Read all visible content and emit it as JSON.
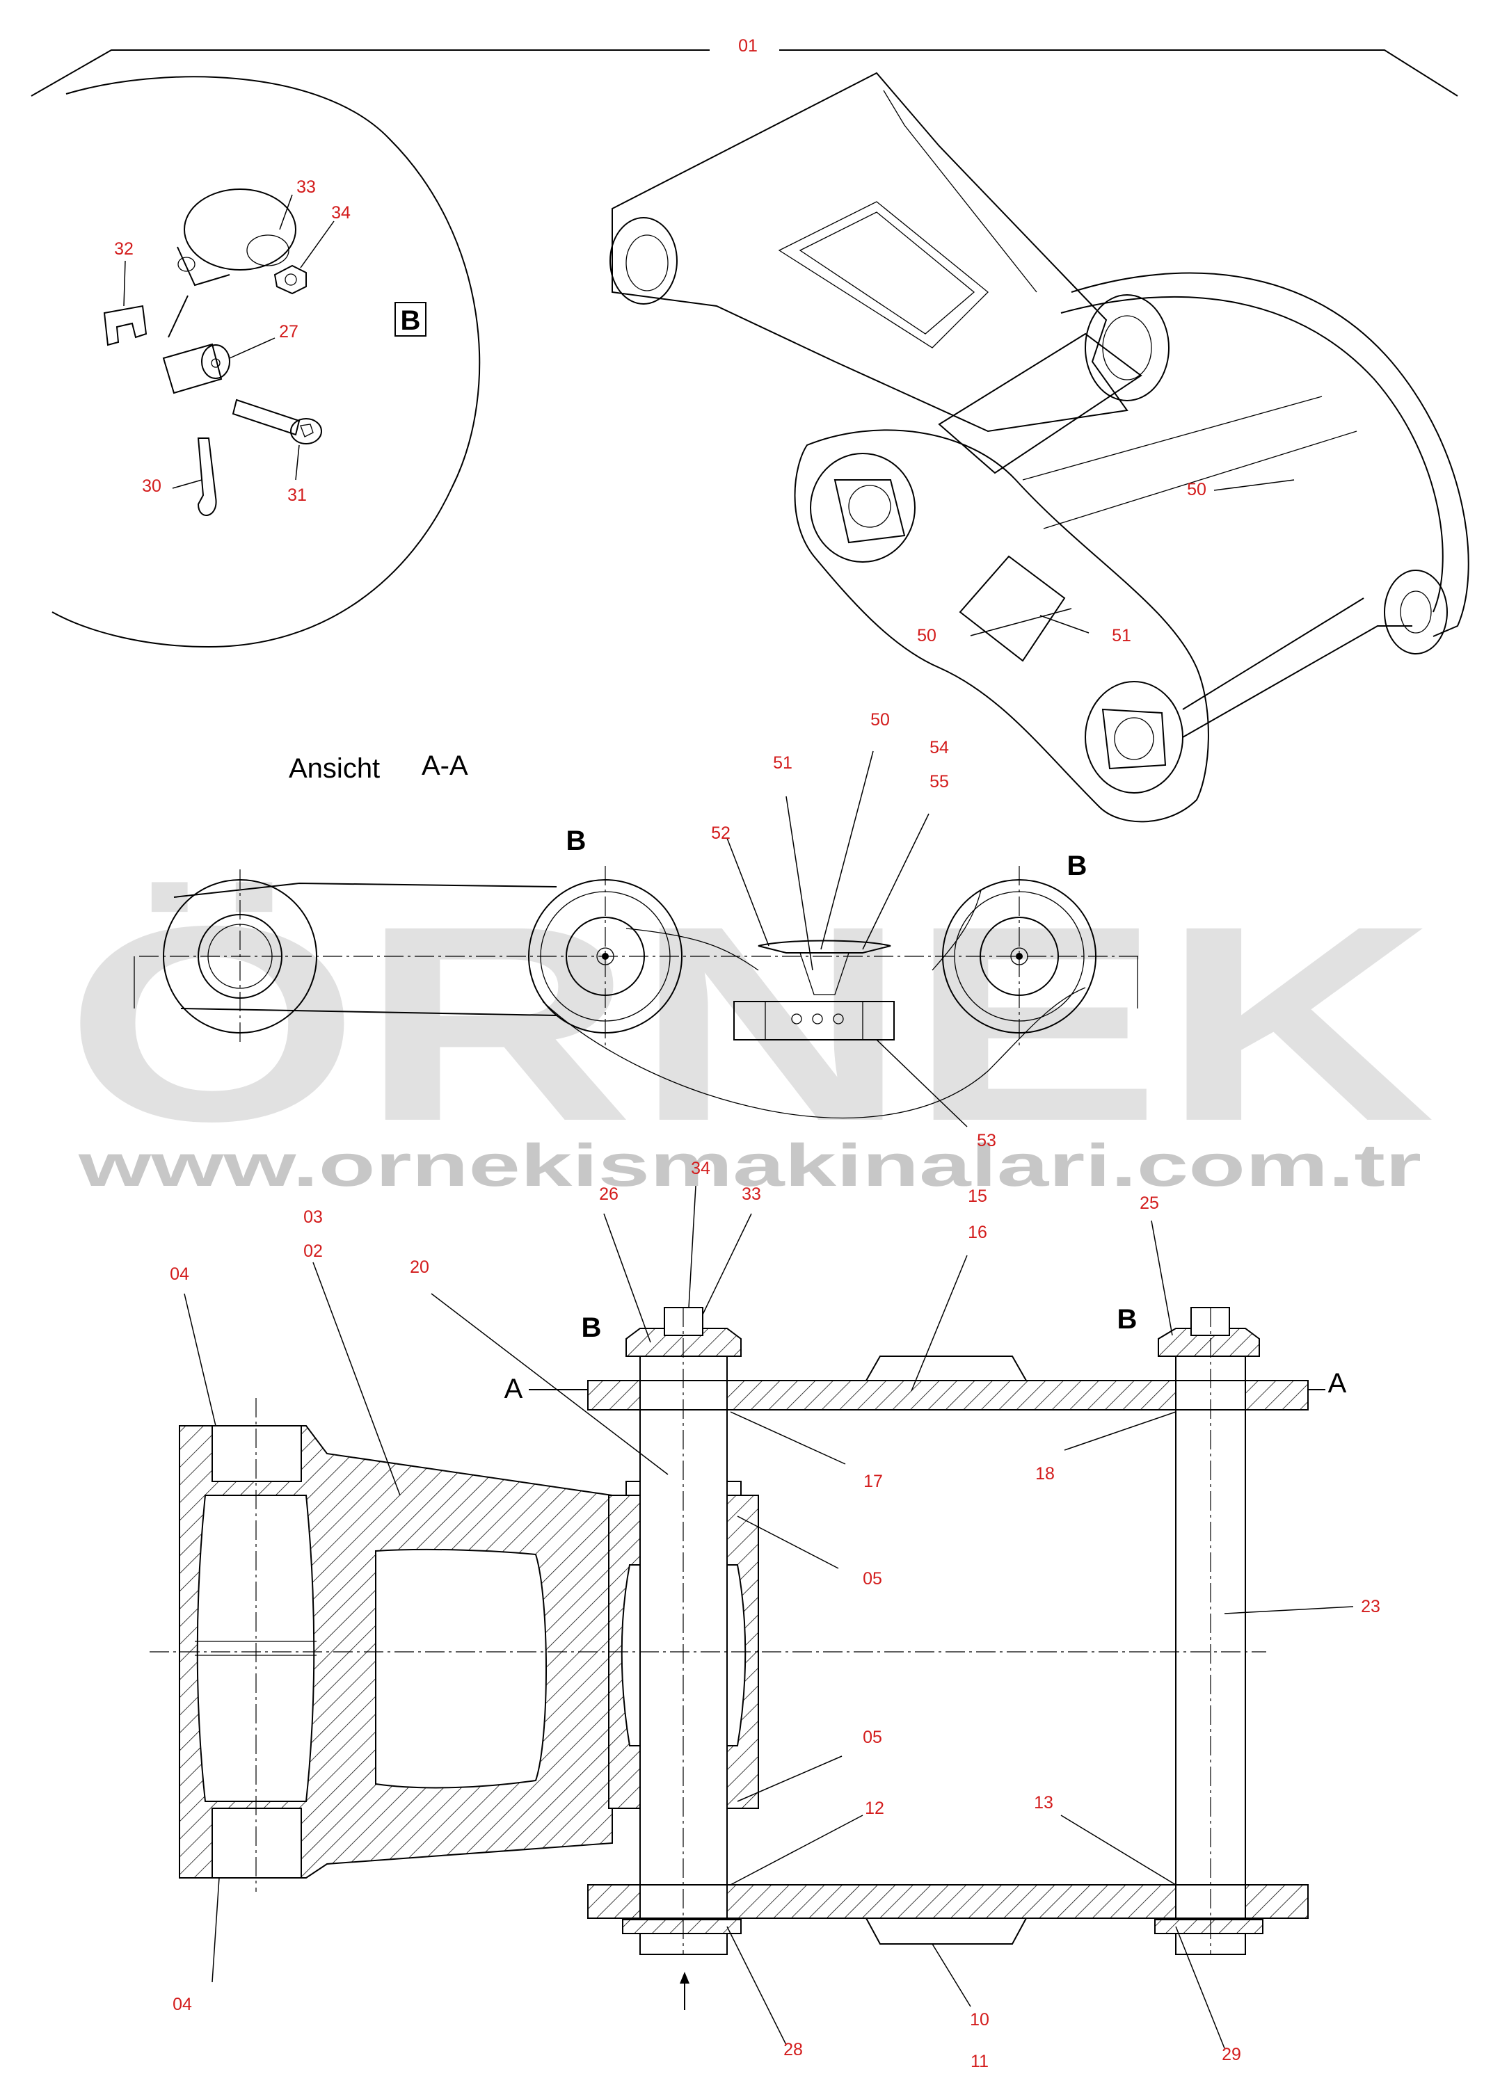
{
  "assembly_no": "01",
  "view_title": "Ansicht",
  "section_label": "A-A",
  "section_marks": {
    "a": "A",
    "b": "B"
  },
  "detail_box_label": "B",
  "watermark": {
    "brand": "ÖRNEK",
    "url": "www.ornekismakinalari.com.tr"
  },
  "colors": {
    "part_number": "#d31c1c",
    "line": "#000000",
    "watermark": "#c9c9c9"
  },
  "detail_parts": [
    "33",
    "34",
    "32",
    "27",
    "30",
    "31"
  ],
  "iso_parts": [
    "50",
    "50",
    "51"
  ],
  "section_parts": [
    "51",
    "50",
    "54",
    "55",
    "52",
    "53"
  ],
  "main_parts": [
    "03",
    "02",
    "04",
    "04",
    "20",
    "26",
    "34",
    "33",
    "15",
    "16",
    "25",
    "17",
    "18",
    "05",
    "05",
    "23",
    "12",
    "13",
    "10",
    "11",
    "28",
    "29"
  ]
}
